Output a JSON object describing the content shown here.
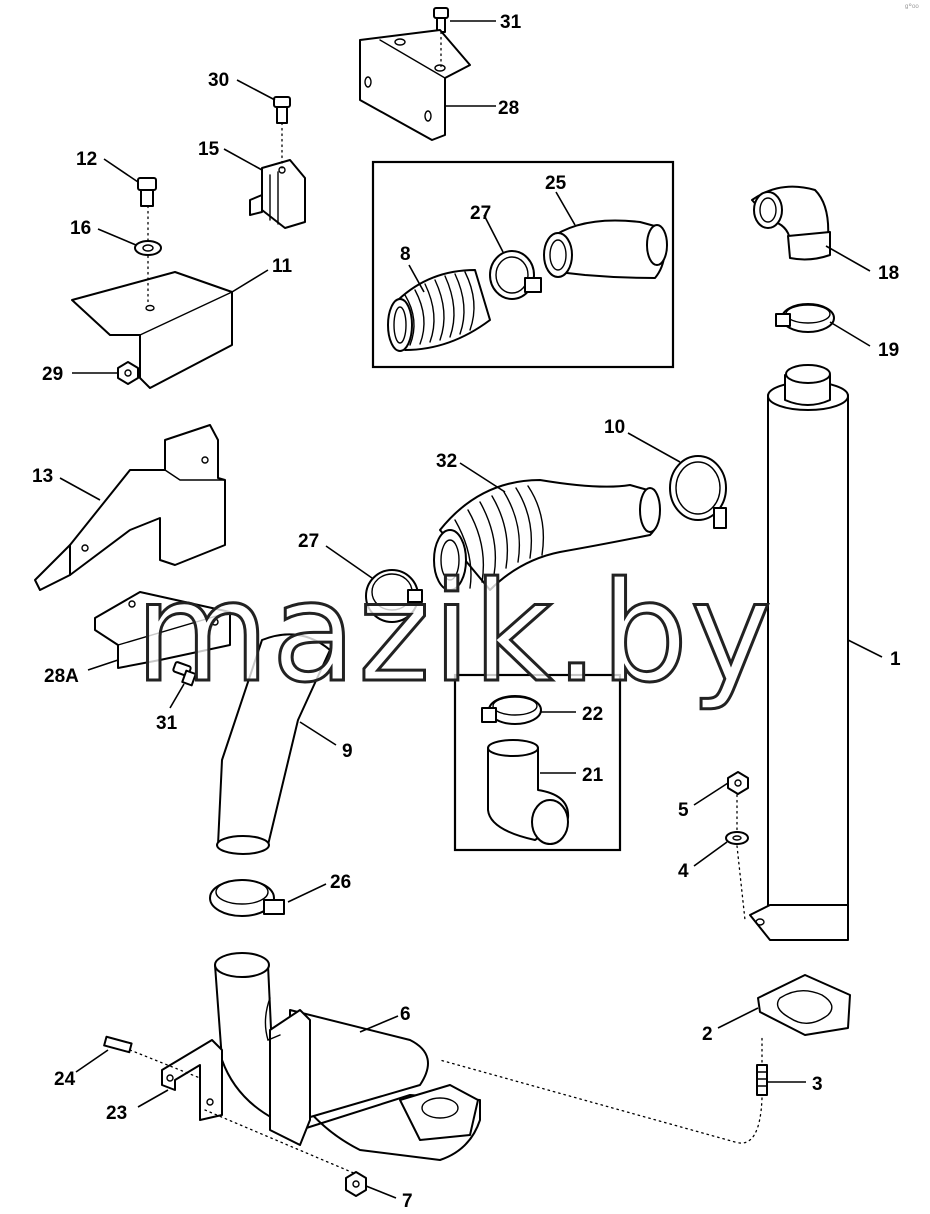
{
  "watermark": "mazik.by",
  "corner_mark": "ᵍ°ᵒᵒ",
  "callouts": {
    "c1": "1",
    "c2": "2",
    "c3": "3",
    "c4": "4",
    "c5": "5",
    "c6": "6",
    "c7": "7",
    "c8": "8",
    "c9": "9",
    "c10": "10",
    "c11": "11",
    "c12": "12",
    "c13": "13",
    "c15": "15",
    "c16": "16",
    "c18": "18",
    "c19": "19",
    "c21": "21",
    "c22": "22",
    "c23": "23",
    "c24": "24",
    "c25": "25",
    "c26": "26",
    "c27a": "27",
    "c27b": "27",
    "c28": "28",
    "c28a": "28A",
    "c29": "29",
    "c30": "30",
    "c31a": "31",
    "c31b": "31",
    "c32": "32"
  }
}
